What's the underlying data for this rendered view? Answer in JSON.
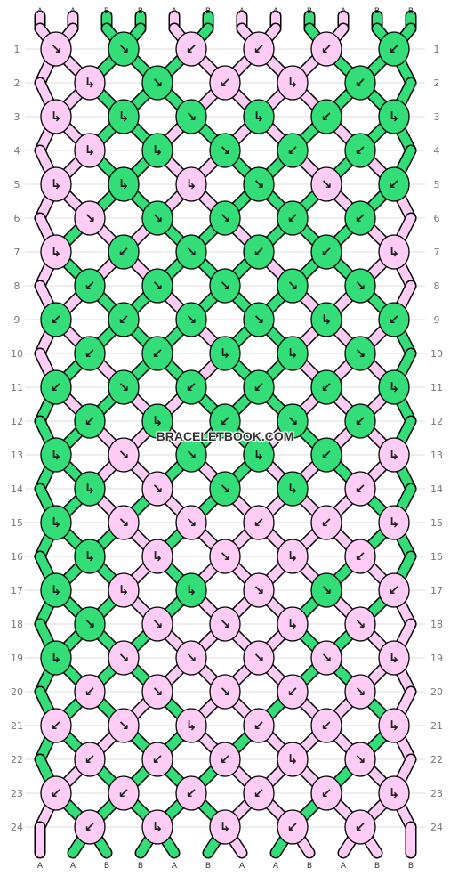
{
  "strand_colors": {
    "A": "#ffccf5",
    "B": "#33dd77"
  },
  "strands_top": [
    "A",
    "A",
    "B",
    "B",
    "A",
    "B",
    "A",
    "A",
    "B",
    "A",
    "B",
    "B"
  ],
  "strands_bottom": [
    "A",
    "A",
    "B",
    "B",
    "A",
    "B",
    "A",
    "A",
    "B",
    "A",
    "B",
    "B"
  ],
  "row_labels": [
    "1",
    "2",
    "3",
    "4",
    "5",
    "6",
    "7",
    "8",
    "9",
    "10",
    "11",
    "12",
    "13",
    "14",
    "15",
    "16",
    "17",
    "18",
    "19",
    "20",
    "21",
    "22",
    "23",
    "24"
  ],
  "knots": [
    [
      "A:se",
      "B:se",
      "A:sw",
      "A:sw",
      "A:sw",
      "B:sw"
    ],
    [
      "A:ne",
      "B:se",
      "A:sw",
      "A:ne",
      "B:sw"
    ],
    [
      "A:ne",
      "B:ne",
      "B:se",
      "B:ne",
      "B:sw",
      "B:ne"
    ],
    [
      "A:ne",
      "B:ne",
      "B:se",
      "B:sw",
      "B:sw"
    ],
    [
      "A:ne",
      "B:ne",
      "A:ne",
      "B:se",
      "A:se",
      "B:sw"
    ],
    [
      "A:se",
      "B:se",
      "B:se",
      "B:sw",
      "B:sw"
    ],
    [
      "A:ne",
      "B:sw",
      "B:se",
      "B:sw",
      "B:sw",
      "A:ne"
    ],
    [
      "B:sw",
      "B:se",
      "B:se",
      "B:se",
      "B:se"
    ],
    [
      "B:sw",
      "B:sw",
      "B:se",
      "B:se",
      "B:ne",
      "B:sw"
    ],
    [
      "B:sw",
      "B:sw",
      "B:ne",
      "B:ne",
      "B:se"
    ],
    [
      "B:sw",
      "B:se",
      "B:sw",
      "B:sw",
      "B:sw",
      "B:ne"
    ],
    [
      "B:sw",
      "B:ne",
      "B:sw",
      "B:se",
      "B:sw"
    ],
    [
      "B:ne",
      "A:se",
      "B:se",
      "B:ne",
      "B:sw",
      "A:ne"
    ],
    [
      "B:ne",
      "A:se",
      "B:se",
      "B:ne",
      "A:sw"
    ],
    [
      "B:ne",
      "A:se",
      "A:se",
      "A:sw",
      "A:sw",
      "A:ne"
    ],
    [
      "B:ne",
      "A:ne",
      "A:se",
      "A:ne",
      "A:sw"
    ],
    [
      "B:ne",
      "A:ne",
      "B:ne",
      "A:se",
      "B:se",
      "A:sw"
    ],
    [
      "B:se",
      "A:se",
      "A:se",
      "A:ne",
      "A:se"
    ],
    [
      "B:ne",
      "A:se",
      "A:se",
      "A:se",
      "A:se",
      "A:ne"
    ],
    [
      "A:sw",
      "A:se",
      "A:se",
      "A:sw",
      "A:se"
    ],
    [
      "A:sw",
      "A:se",
      "A:ne",
      "A:sw",
      "A:sw",
      "A:ne"
    ],
    [
      "A:sw",
      "A:sw",
      "A:sw",
      "A:ne",
      "A:se"
    ],
    [
      "A:sw",
      "A:sw",
      "A:sw",
      "A:sw",
      "A:sw",
      "A:ne"
    ],
    [
      "A:sw",
      "A:ne",
      "A:ne",
      "A:sw",
      "A:sw"
    ]
  ],
  "watermark": "BRACELETBOOK.COM"
}
